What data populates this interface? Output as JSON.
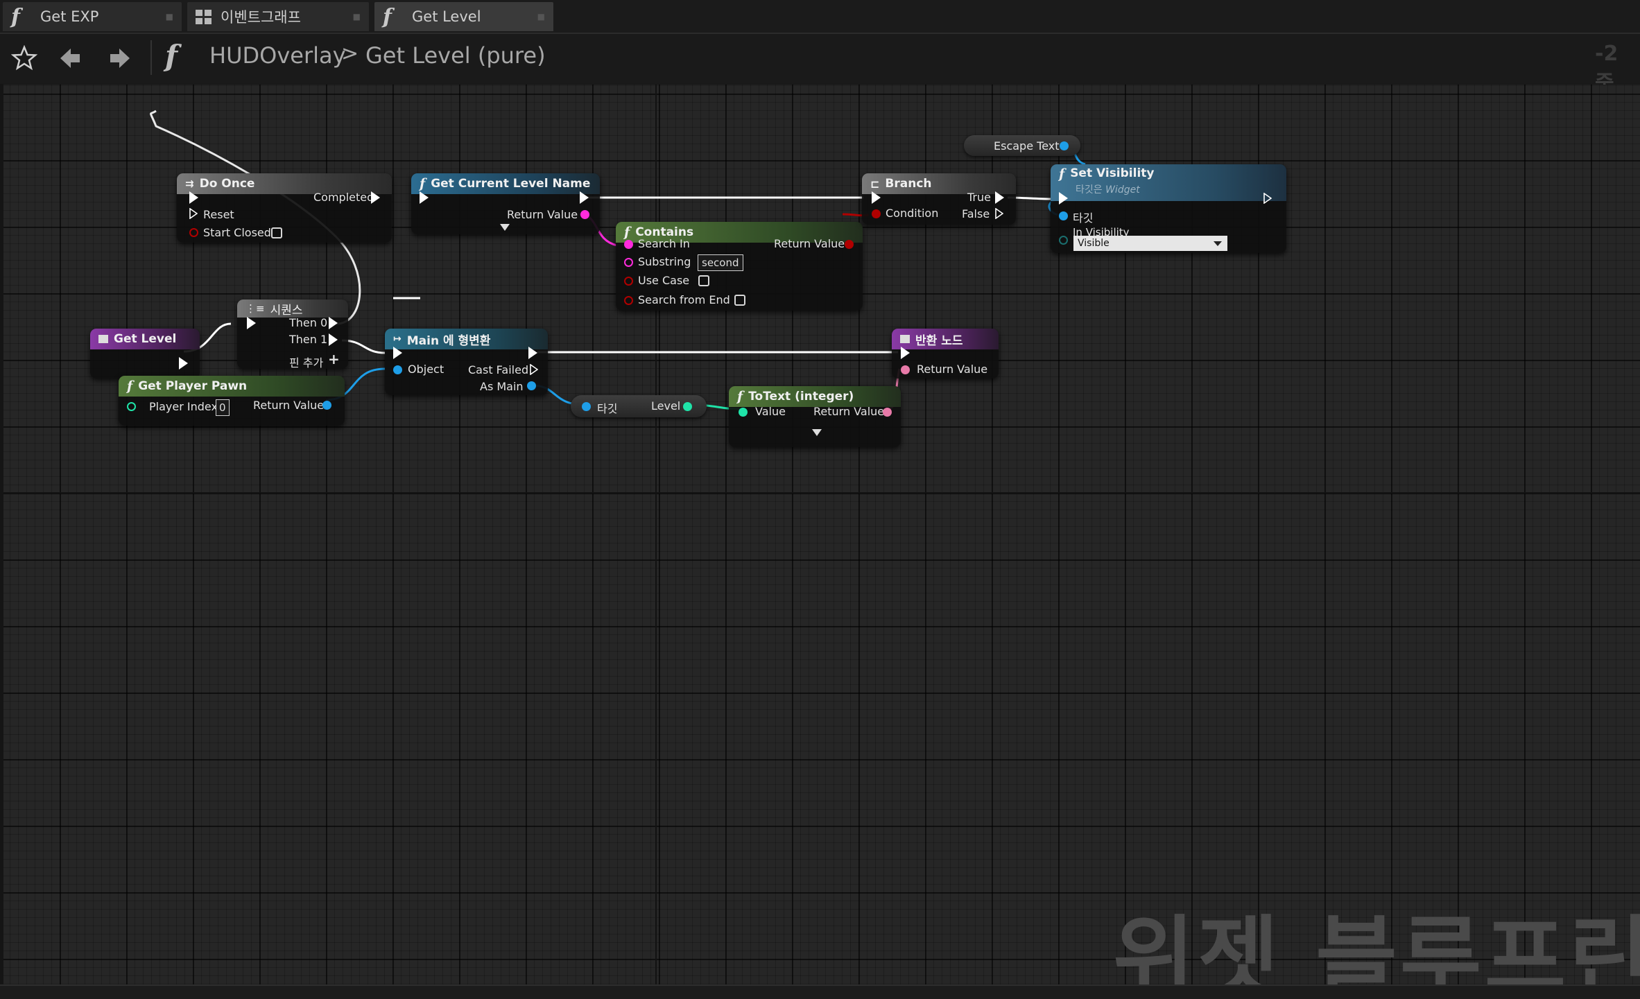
{
  "tabs": [
    {
      "label": "Get EXP",
      "icon": "function-icon"
    },
    {
      "label": "이벤트그래프",
      "icon": "event-graph-icon"
    },
    {
      "label": "Get Level",
      "icon": "function-icon"
    }
  ],
  "breadcrumb": {
    "parent": "HUDOverlay",
    "separator": ">",
    "current": "Get Level (pure)"
  },
  "zoom_label": "-2 줌",
  "watermark": "위젯 블루프린트",
  "nodes": {
    "do_once": {
      "title": "Do Once",
      "completed": "Completed",
      "reset": "Reset",
      "start_closed": "Start Closed"
    },
    "get_current_level_name": {
      "title": "Get Current Level Name",
      "return_value": "Return Value"
    },
    "contains": {
      "title": "Contains",
      "search_in": "Search In",
      "return_value": "Return Value",
      "substring": "Substring",
      "substring_value": "second",
      "use_case": "Use Case",
      "search_from_end": "Search from End"
    },
    "branch": {
      "title": "Branch",
      "true": "True",
      "condition": "Condition",
      "false": "False"
    },
    "escape_text": {
      "label": "Escape Text"
    },
    "set_visibility": {
      "title": "Set Visibility",
      "subtitle_prefix": "타깃은 ",
      "subtitle_target": "Widget",
      "target": "타깃",
      "in_visibility": "In Visibility",
      "visibility_value": "Visible"
    },
    "sequence": {
      "title": "시퀀스",
      "then0": "Then 0",
      "then1": "Then 1",
      "add_pin": "핀 추가"
    },
    "get_level": {
      "title": "Get Level"
    },
    "cast_main": {
      "title": "Main 에 형변환",
      "object": "Object",
      "cast_failed": "Cast Failed",
      "as_main": "As Main"
    },
    "get_player_pawn": {
      "title": "Get Player Pawn",
      "player_index": "Player Index",
      "player_index_value": "0",
      "return_value": "Return Value"
    },
    "level_getter": {
      "target": "타깃",
      "level": "Level"
    },
    "to_text": {
      "title": "ToText (integer)",
      "value": "Value",
      "return_value": "Return Value"
    },
    "return_node": {
      "title": "반환 노드",
      "return_value": "Return Value"
    }
  },
  "colors": {
    "exec": "#ffffff",
    "string": "#ff2bdc",
    "bool": "#b00000",
    "object": "#1e9ee8",
    "integer": "#1fe3a8",
    "text": "#e87aa8"
  }
}
